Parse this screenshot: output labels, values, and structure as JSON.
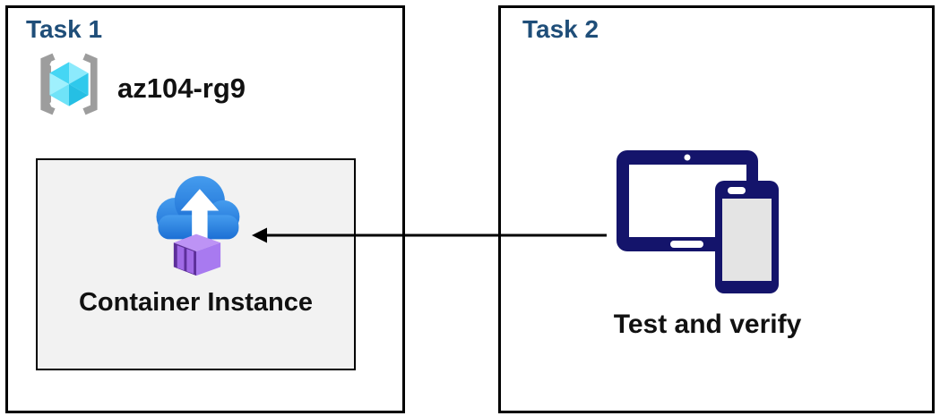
{
  "diagram": {
    "task1": {
      "title": "Task 1",
      "resource_group": {
        "name": "az104-rg9",
        "icon": "resource-group-icon"
      },
      "container_box": {
        "label": "Container Instance",
        "icon": "container-instance-icon"
      }
    },
    "task2": {
      "title": "Task 2",
      "devices_icon": "tablet-phone-icon",
      "label": "Test and verify"
    },
    "arrow": {
      "direction": "right-to-left"
    }
  },
  "colors": {
    "heading_blue": "#1F4E79",
    "text_black": "#111111",
    "box_border": "#000000",
    "gray_box_fill": "#F2F2F2",
    "arrow_black": "#000000",
    "bracket_gray": "#9D9D9D",
    "cube_cyan_1": "#45D6F4",
    "cube_cyan_2": "#8CEAFC",
    "cube_cyan_3": "#9FF0FD",
    "cube_cyan_4": "#2FC9EC",
    "cube_cyan_5": "#6FE3F8",
    "cube_cyan_6": "#25BFE4",
    "cloud_blue_light": "#459CEE",
    "cloud_blue_dark": "#1C6FD4",
    "arrow_white": "#FFFFFF",
    "container_purple_top": "#BD93F5",
    "container_purple_side": "#A87AF0",
    "container_purple_front": "#5D2F9A",
    "container_purple_slat": "#A06AE6",
    "device_navy": "#14146B",
    "phone_screen_gray": "#E4E4E4"
  }
}
